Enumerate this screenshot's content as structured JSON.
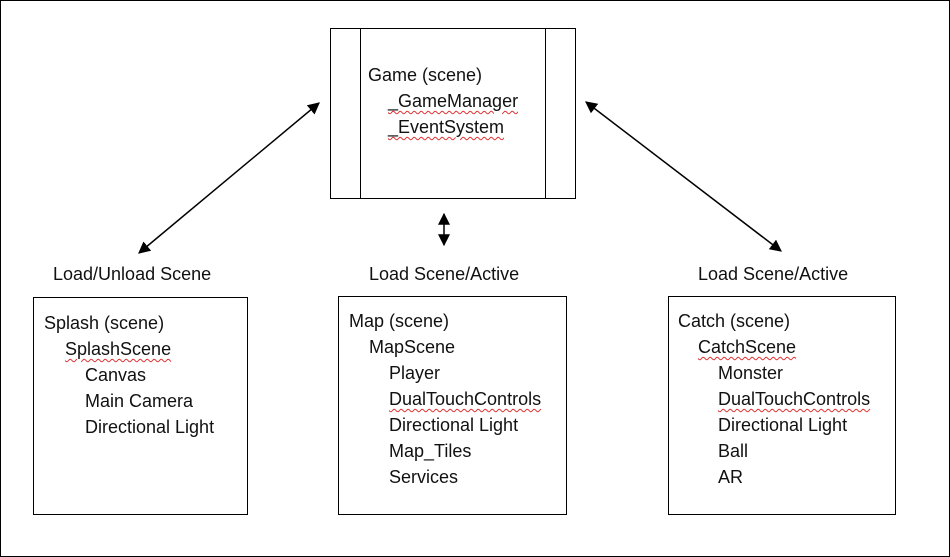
{
  "game": {
    "title": "Game (scene)",
    "children": [
      "_GameManager",
      "_EventSystem"
    ]
  },
  "captions": {
    "left": "Load/Unload Scene",
    "center": "Load Scene/Active",
    "right": "Load Scene/Active"
  },
  "splash": {
    "title": "Splash (scene)",
    "scene": "SplashScene",
    "children": [
      "Canvas",
      "Main Camera",
      "Directional Light"
    ]
  },
  "map": {
    "title": "Map (scene)",
    "scene": "MapScene",
    "children": [
      "Player",
      "DualTouchControls",
      "Directional Light",
      "Map_Tiles",
      "Services"
    ]
  },
  "catch": {
    "title": "Catch (scene)",
    "scene": "CatchScene",
    "children": [
      "Monster",
      "DualTouchControls",
      "Directional Light",
      "Ball",
      "AR"
    ]
  },
  "colors": {
    "line": "#000000",
    "spellcheck": "#e03030"
  }
}
